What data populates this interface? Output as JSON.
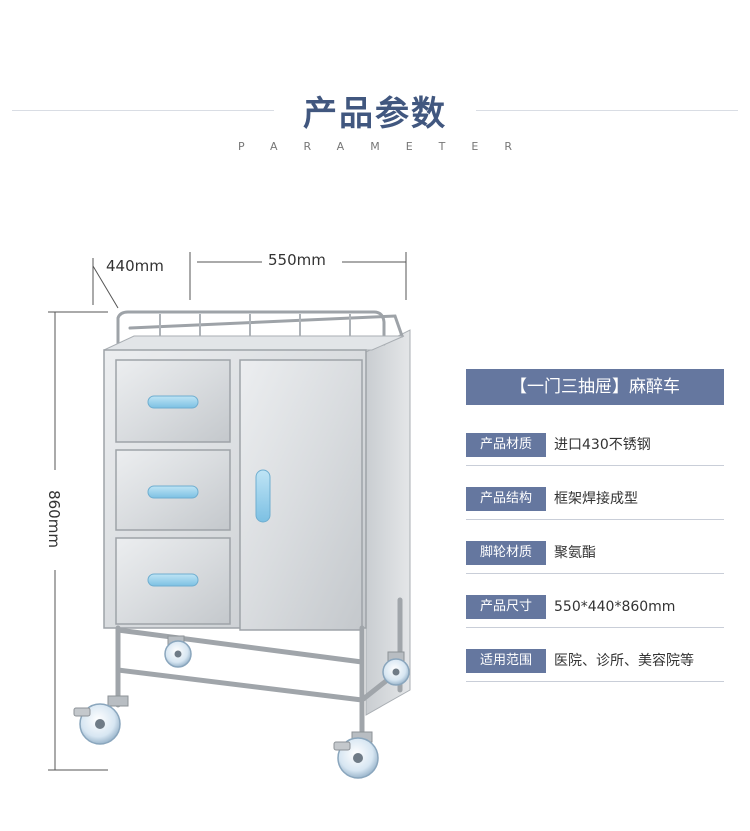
{
  "header": {
    "title": "产品参数",
    "subtitle": "PARAMETER"
  },
  "dimensions": {
    "depth": "440mm",
    "width": "550mm",
    "height": "860mm"
  },
  "specs": {
    "title": "【一门三抽屉】麻醉车",
    "rows": [
      {
        "label": "产品材质",
        "value": "进口430不锈钢"
      },
      {
        "label": "产品结构",
        "value": "框架焊接成型"
      },
      {
        "label": "脚轮材质",
        "value": "聚氨酯"
      },
      {
        "label": "产品尺寸",
        "value": "550*440*860mm"
      },
      {
        "label": "适用范围",
        "value": "医院、诊所、美容院等"
      }
    ]
  },
  "colors": {
    "accent": "#65779f",
    "title": "#41577f",
    "handle": "#8ecae8"
  }
}
